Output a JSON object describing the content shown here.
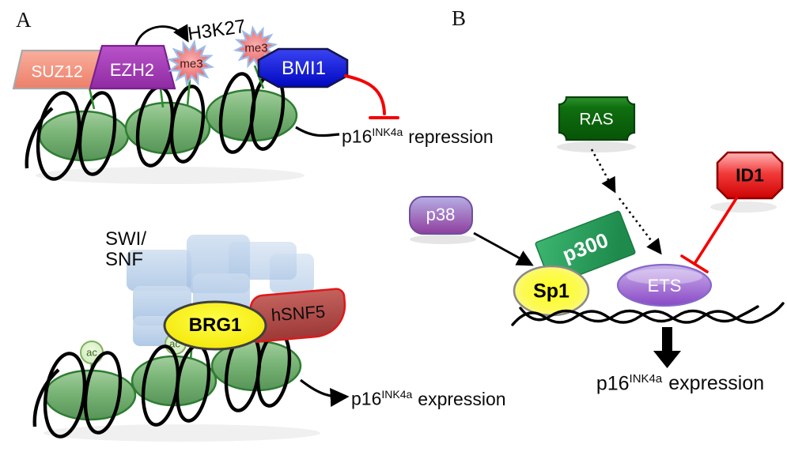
{
  "figure": {
    "panel_a_label": "A",
    "panel_b_label": "B"
  },
  "panel_a": {
    "top": {
      "suz12": "SUZ12",
      "ezh2": "EZH2",
      "h3k27": "H3K27",
      "me3_left": "me3",
      "me3_right": "me3",
      "bmi1": "BMI1",
      "result": {
        "gene": "p16",
        "superscript": "INK4a",
        "word": "repression"
      }
    },
    "bottom": {
      "complex_line1": "SWI/",
      "complex_line2": "SNF",
      "brg1": "BRG1",
      "hsnf5": "hSNF5",
      "ac_left": "ac",
      "ac_right": "ac",
      "result": {
        "gene": "p16",
        "superscript": "INK4a",
        "word": "expression"
      }
    }
  },
  "panel_b": {
    "ras": "RAS",
    "p38": "p38",
    "p300": "p300",
    "sp1": "Sp1",
    "ets": "ETS",
    "id1": "ID1",
    "result": {
      "gene": "p16",
      "superscript": "INK4a",
      "word": "expression"
    }
  },
  "palette": {
    "suz12_fill": "#F2907C",
    "ezh2_fill": "#A845B8",
    "bmi1_fill": "#1417E0",
    "me3_star_fill": "#EE6A6A",
    "me3_star_outline": "#9DBCE8",
    "nucleosome_green": "#6FAE6F",
    "dna_black": "#000000",
    "inhibition_red": "#FF0000",
    "swisnf_blue": "#B4CBE8",
    "brg1_yellow": "#FFFF00",
    "hsnf5_red": "#B04A48",
    "acetyl_fill": "#DFF2CF",
    "ras_green": "#0B6B0B",
    "p38_purple": "#9148A8",
    "p300_green": "#2EA75F",
    "sp1_yellow": "#FFFF2E",
    "ets_purple": "#9055C9",
    "id1_red": "#E81414"
  }
}
